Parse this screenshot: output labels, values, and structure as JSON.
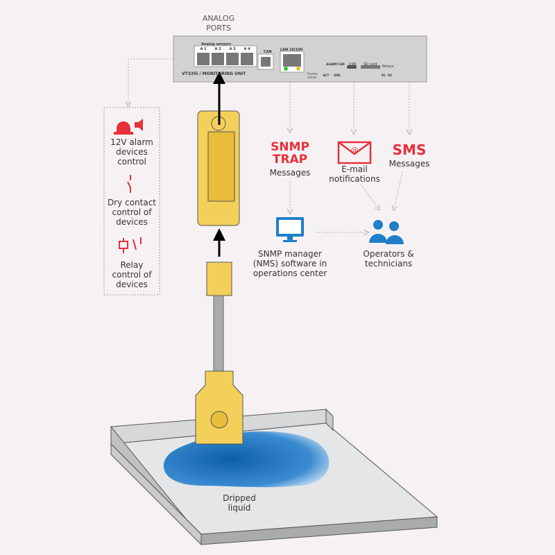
{
  "header": {
    "analog_ports": "ANALOG\nPORTS"
  },
  "device": {
    "name": "VT335i / MONITORING UNIT",
    "analog_sensors": "Analog sensors",
    "ports": [
      "A 1",
      "A 2",
      "A 3",
      "A 4"
    ],
    "can": "CAN",
    "lan": "LAN 10/100",
    "thermo": "Thermo sensor",
    "leds_top": [
      "ALARM",
      "CAN"
    ],
    "leds_bottom": [
      "ACT",
      "ERR"
    ],
    "usb": "USB",
    "sd_card": "SD card",
    "relays": "Relays",
    "relay_labels": [
      "R1",
      "R2"
    ]
  },
  "controls": [
    {
      "label": "12V alarm devices control",
      "icon": "siren-speaker-icon"
    },
    {
      "label": "Dry contact control of devices",
      "icon": "switch-icon"
    },
    {
      "label": "Relay control of devices",
      "icon": "relay-icon"
    }
  ],
  "notifications": {
    "snmp_title": "SNMP TRAP",
    "snmp_sub": "Messages",
    "email": "E-mail notifications",
    "sms_title": "SMS",
    "sms_sub": "Messages",
    "nms": "SNMP manager (NMS) software in operations center",
    "operators": "Operators & technicians"
  },
  "floor": {
    "label": "Dripped liquid"
  },
  "colors": {
    "accent_red": "#e8303a",
    "sensor_yellow": "#f3d05a",
    "icon_blue": "#1f7fc9",
    "water_blue": "#1268b5"
  }
}
